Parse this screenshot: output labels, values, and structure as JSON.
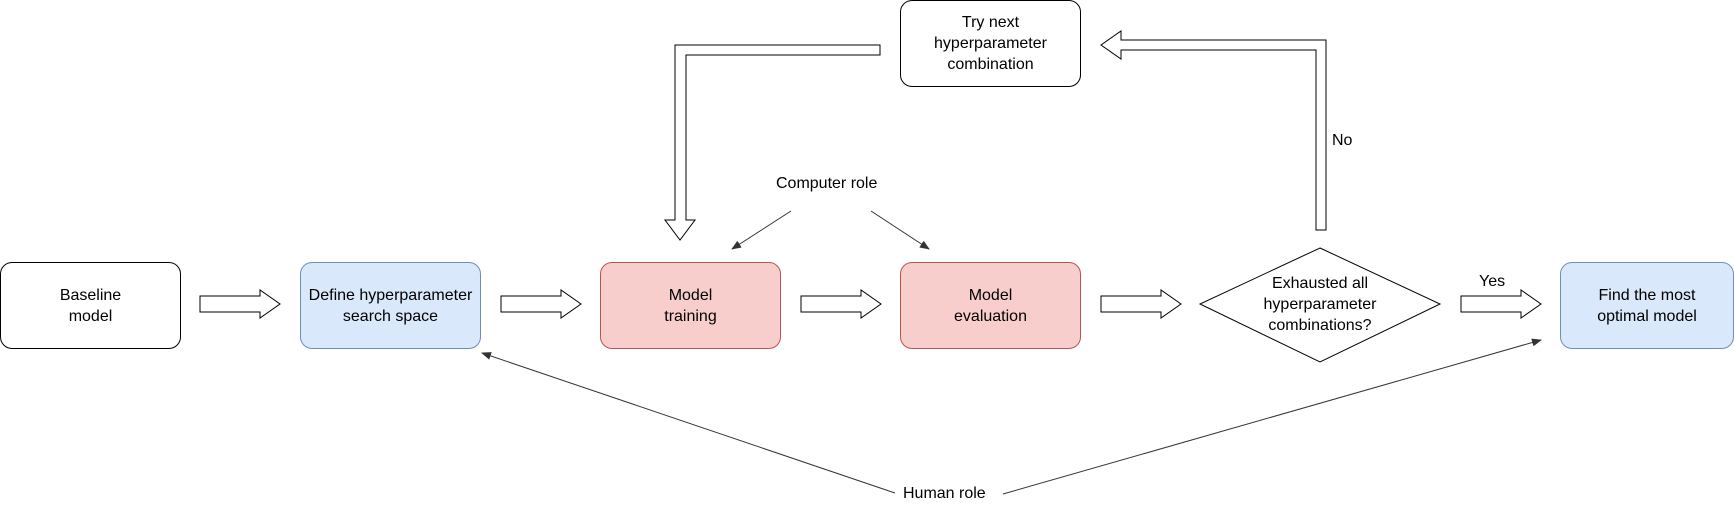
{
  "nodes": {
    "baseline": {
      "line1": "Baseline",
      "line2": "model"
    },
    "define": {
      "line1": "Define hyperparameter",
      "line2": "search space"
    },
    "training": {
      "line1": "Model",
      "line2": "training"
    },
    "evaluation": {
      "line1": "Model",
      "line2": "evaluation"
    },
    "decision": {
      "line1": "Exhausted all",
      "line2": "hyperparameter",
      "line3": "combinations?"
    },
    "optimal": {
      "line1": "Find the most",
      "line2": "optimal model"
    },
    "try_next": {
      "line1": "Try next",
      "line2": "hyperparameter",
      "line3": "combination"
    }
  },
  "labels": {
    "computer_role": "Computer role",
    "human_role": "Human role",
    "yes": "Yes",
    "no": "No"
  },
  "colors": {
    "plain_fill": "#ffffff",
    "blue_fill": "#dae8fc",
    "blue_stroke": "#6c8ebf",
    "red_fill": "#f8cecc",
    "red_stroke": "#b85450",
    "role_arrow": "#333333"
  }
}
